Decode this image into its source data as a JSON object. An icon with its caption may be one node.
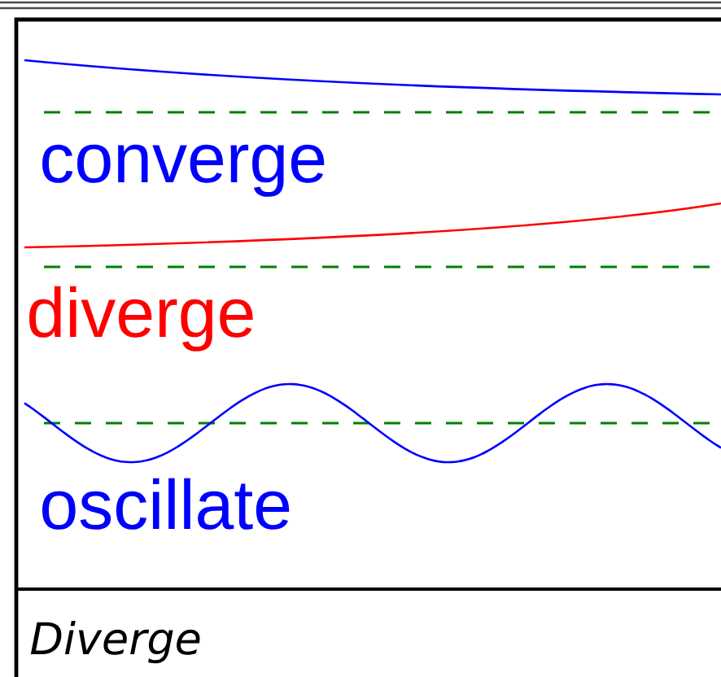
{
  "diagram": {
    "caption": "Diverge",
    "labels": [
      "converge",
      "diverge",
      "oscillate"
    ]
  }
}
